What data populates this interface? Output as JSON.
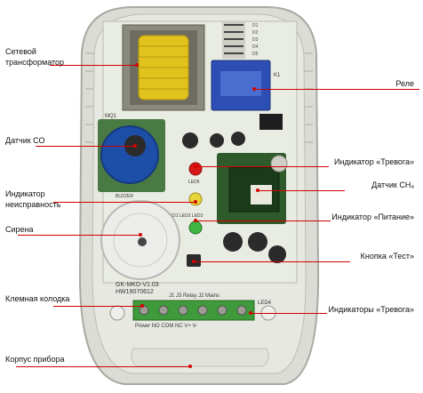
{
  "labels": {
    "transformer": "Сетевой трансформатор",
    "relay": "Реле",
    "co_sensor": "Датчик СО",
    "alarm_indicator": "Индикатор «Тревога»",
    "ch4_sensor": "Датчик СН₄",
    "fault_indicator": "Индикатор неисправность",
    "power_indicator": "Индикатор «Питание»",
    "siren": "Сирена",
    "test_button": "Кнопка «Тест»",
    "terminal_block": "Клемная колодка",
    "alarm_indicators": "Индикаторы «Тревога»",
    "housing": "Корпус прибора"
  },
  "board_text": {
    "model": "GK-MKD-V1.03",
    "serial": "HW19070612",
    "terminals": "J1  J3  Relay    J2  Mains",
    "terminal_marks": "Power  NO COM NC  V+  V-",
    "relay_mark": "K1",
    "co_mark": "MQ1",
    "led_marks": "LED1 LED2 LED3",
    "led4": "LED4",
    "led5": "LED5",
    "jumpers": [
      "D1",
      "D2",
      "D3",
      "D4",
      "D5"
    ],
    "buzzer": "BUZZER"
  },
  "colors": {
    "leader": "#d40000",
    "housing": "#dcdcd6",
    "board": "#2f5b2c",
    "transformer_coil": "#e2c21c",
    "relay": "#2d4fb5",
    "co_sensor": "#1e4fa8",
    "terminal": "#3e9a3a"
  }
}
